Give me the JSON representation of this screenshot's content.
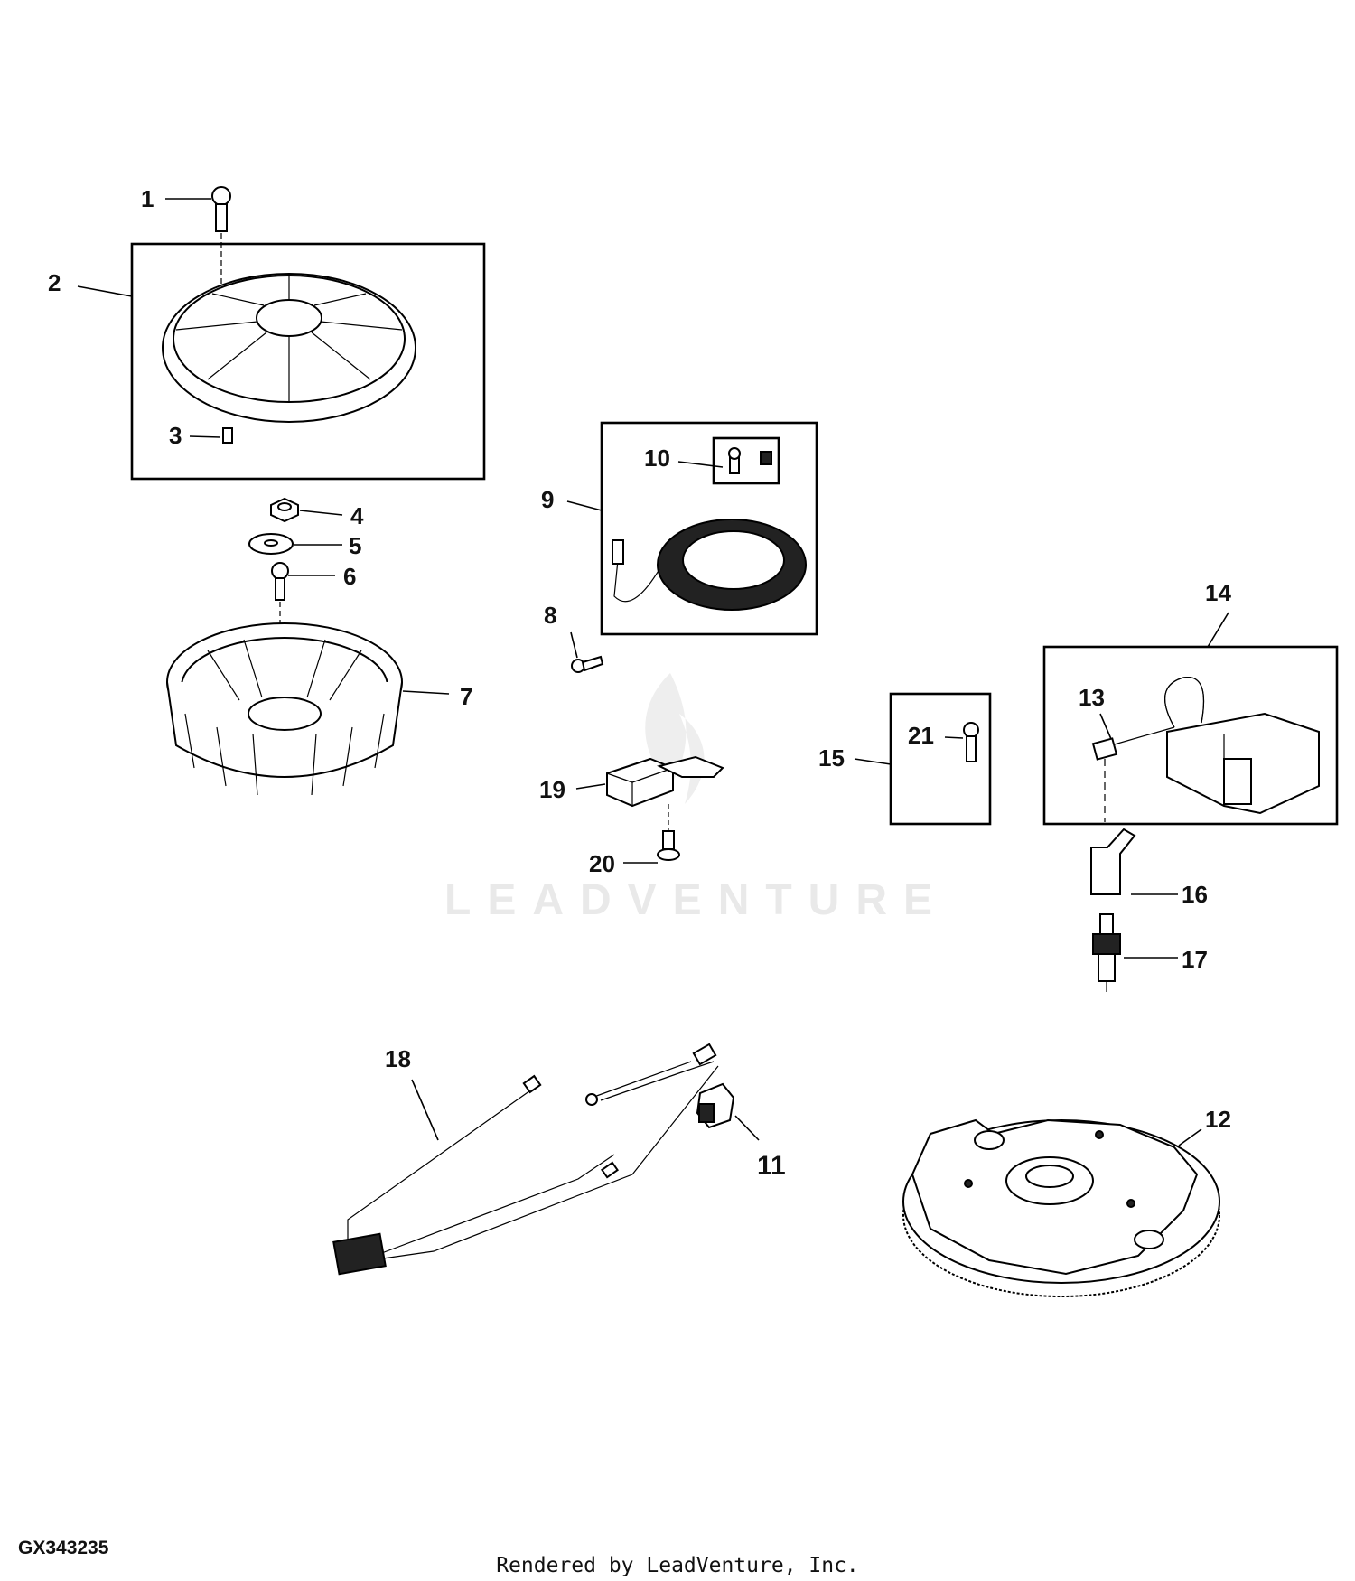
{
  "figure_id": "GX343235",
  "credit": "Rendered by LeadVenture, Inc.",
  "watermark": "LEADVENTURE",
  "callouts": {
    "c1": "1",
    "c2": "2",
    "c3": "3",
    "c4": "4",
    "c5": "5",
    "c6": "6",
    "c7": "7",
    "c8": "8",
    "c9": "9",
    "c10": "10",
    "c11": "11",
    "c12": "12",
    "c13": "13",
    "c14": "14",
    "c15": "15",
    "c16": "16",
    "c17": "17",
    "c18": "18",
    "c19": "19",
    "c20": "20",
    "c21": "21"
  }
}
